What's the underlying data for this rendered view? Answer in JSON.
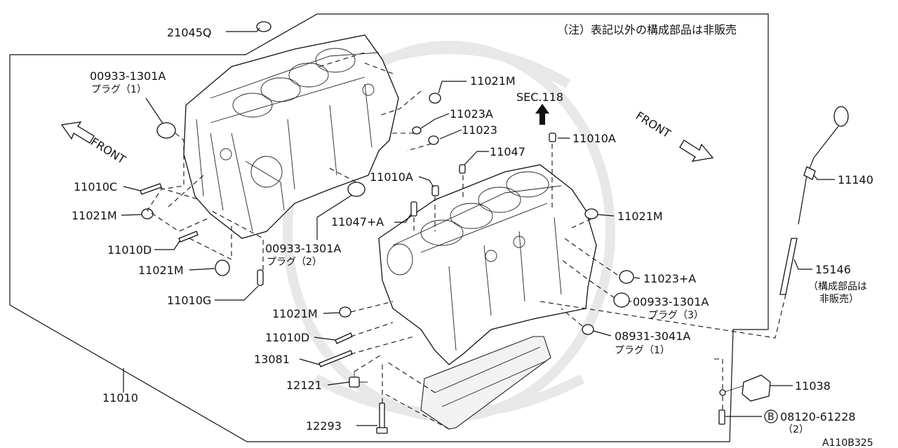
{
  "note": "（注）表記以外の構成部品は非販売",
  "diagram_code": "A110B325",
  "parts": {
    "p21045Q": "21045Q",
    "p00933_1": "00933-1301A",
    "p00933_1_sub": "プラグ（1）",
    "p11021M_a": "11021M",
    "p11023A": "11023A",
    "p11023": "11023",
    "sec118": "SEC.118",
    "p11010A_a": "11010A",
    "p11047": "11047",
    "p11010A_b": "11010A",
    "p11010C": "11010C",
    "p11021M_b": "11021M",
    "p11047A": "11047+A",
    "p11021M_c": "11021M",
    "p11010D_a": "11010D",
    "p00933_2": "00933-1301A",
    "p00933_2_sub": "プラグ（2）",
    "p11021M_d": "11021M",
    "p11023A_b": "11023+A",
    "p11010G": "11010G",
    "p00933_3": "00933-1301A",
    "p00933_3_sub": "プラグ（3）",
    "p11021M_e": "11021M",
    "p11010D_b": "11010D",
    "p08931": "08931-3041A",
    "p08931_sub": "プラグ（1）",
    "p13081": "13081",
    "p11010": "11010",
    "p12121": "12121",
    "p12293": "12293",
    "p11140": "11140",
    "p15146": "15146",
    "p15146_sub1": "（構成部品は",
    "p15146_sub2": "非販売）",
    "p11038": "11038",
    "bolt_marker": "B",
    "p08120": "08120-61228",
    "p08120_sub": "（2）"
  },
  "front_labels": {
    "left": "FRONT",
    "right": "FRONT"
  }
}
